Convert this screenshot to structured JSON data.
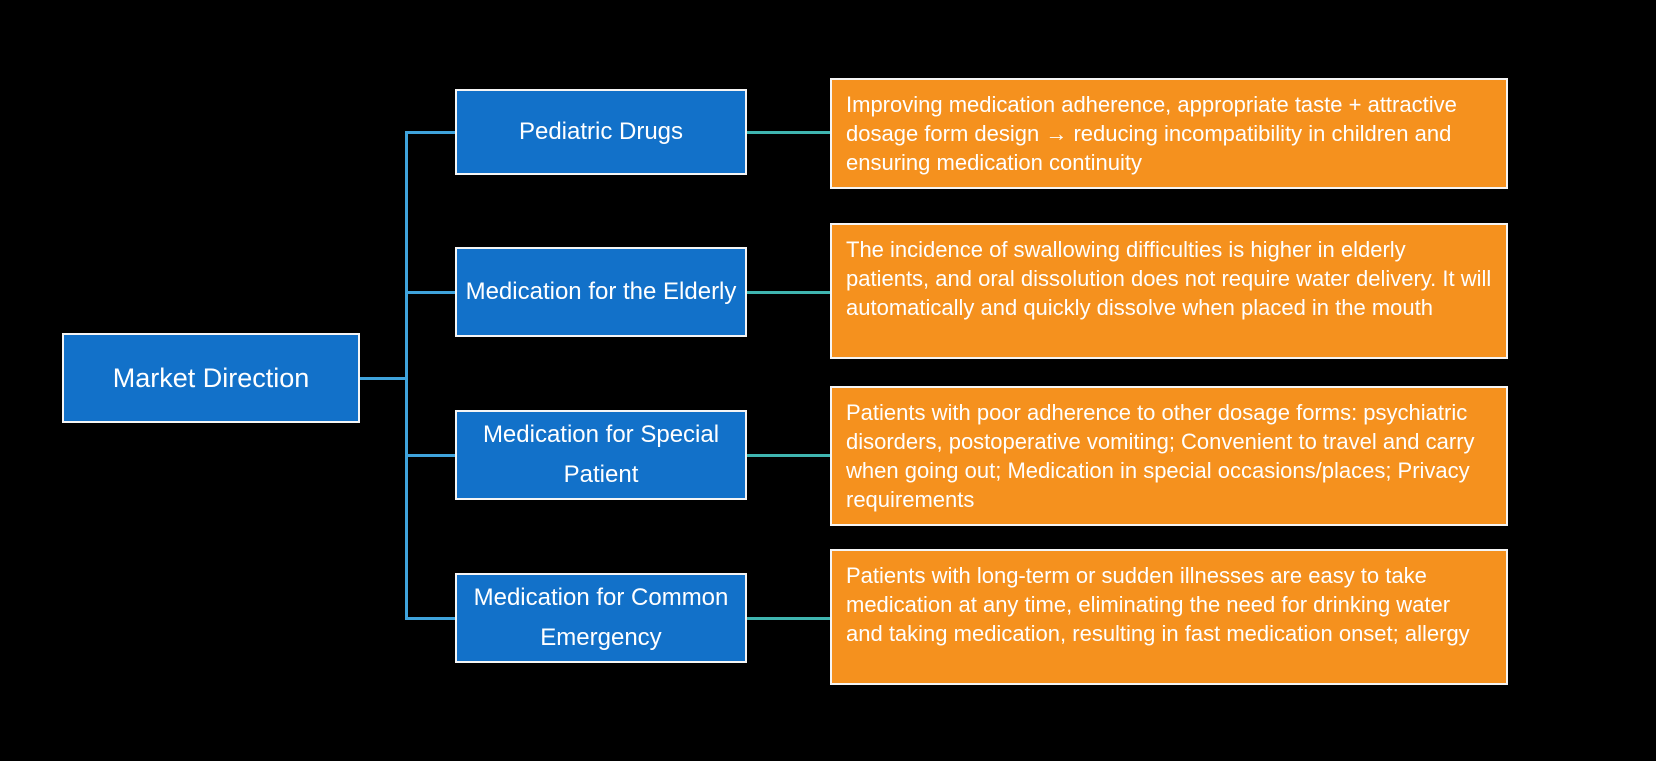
{
  "diagram": {
    "root": {
      "label": "Market Direction"
    },
    "branches": [
      {
        "label": "Pediatric Drugs",
        "description": "Improving medication adherence, appropriate taste + attractive dosage form design → reducing incompatibility in children and ensuring medication continuity"
      },
      {
        "label": "Medication for the Elderly",
        "description": "The incidence of swallowing difficulties is higher in elderly patients, and oral dissolution does not require water delivery. It will automatically and quickly dissolve when placed in the mouth"
      },
      {
        "label": "Medication for Special Patient",
        "description": "Patients with poor adherence to other dosage forms: psychiatric disorders, postoperative vomiting; Convenient to travel and carry when going out; Medication in special occasions/places; Privacy requirements"
      },
      {
        "label": "Medication for Common Emergency",
        "description": "Patients with long-term or sudden illnesses are easy to take medication at any time, eliminating the need for drinking water and taking medication, resulting in fast medication onset; allergy"
      }
    ],
    "colors": {
      "background": "#000000",
      "node_fill": "#1271C9",
      "desc_fill": "#F5911E",
      "border": "#F5F5F5",
      "connector_level1": "#3FA3DC",
      "connector_level2": "#3FB5B0"
    }
  }
}
